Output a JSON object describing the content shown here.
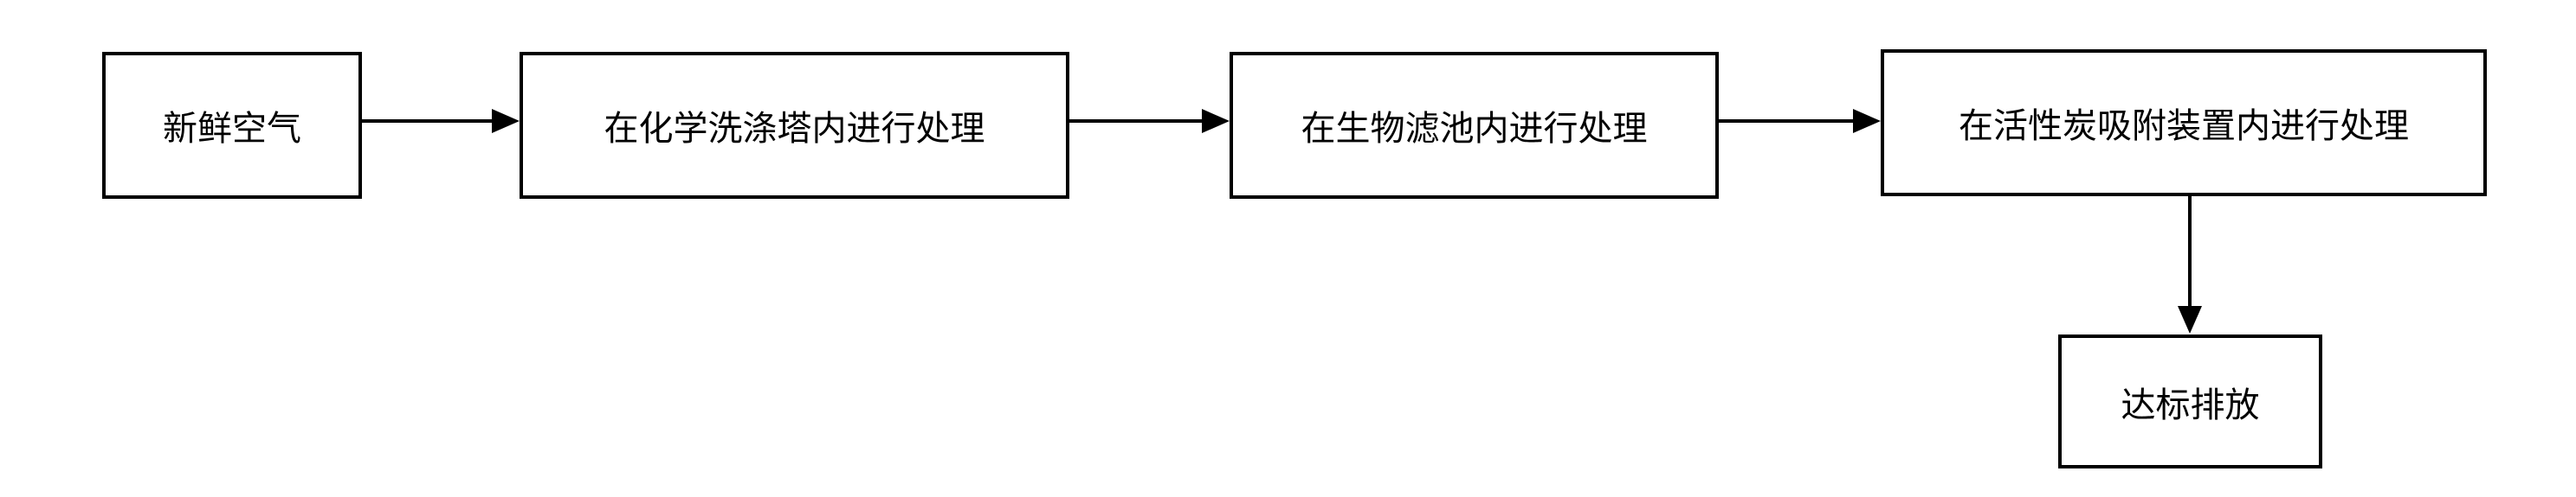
{
  "diagram": {
    "nodes": {
      "fresh_air": "新鲜空气",
      "chemical_scrubber": "在化学洗涤塔内进行处理",
      "biofilter": "在生物滤池内进行处理",
      "activated_carbon": "在活性炭吸附装置内进行处理",
      "discharge": "达标排放"
    },
    "edges": [
      {
        "from": "fresh_air",
        "to": "chemical_scrubber"
      },
      {
        "from": "chemical_scrubber",
        "to": "biofilter"
      },
      {
        "from": "biofilter",
        "to": "activated_carbon"
      },
      {
        "from": "activated_carbon",
        "to": "discharge"
      }
    ],
    "colors": {
      "stroke": "#000000",
      "background": "#ffffff"
    }
  }
}
